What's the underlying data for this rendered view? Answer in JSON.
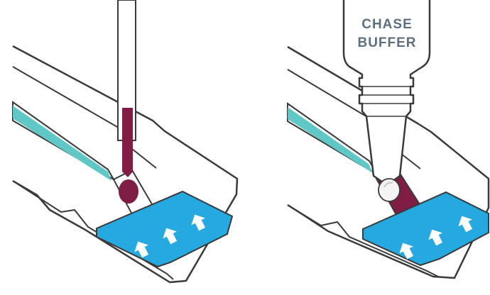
{
  "panels": [
    {
      "label": "",
      "step": "apply-sample"
    },
    {
      "label_lines": [
        "CHASE",
        "BUFFER"
      ],
      "step": "apply-chase-buffer"
    }
  ],
  "colors": {
    "outline": "#3a3a3a",
    "strip_teal": "#5fc8c6",
    "pad_blue": "#25a9e0",
    "sample_drop": "#7f1d45",
    "arrow_white": "#ffffff"
  },
  "icons": {
    "arrow": "up-arrow-icon",
    "drop": "droplet-icon"
  }
}
